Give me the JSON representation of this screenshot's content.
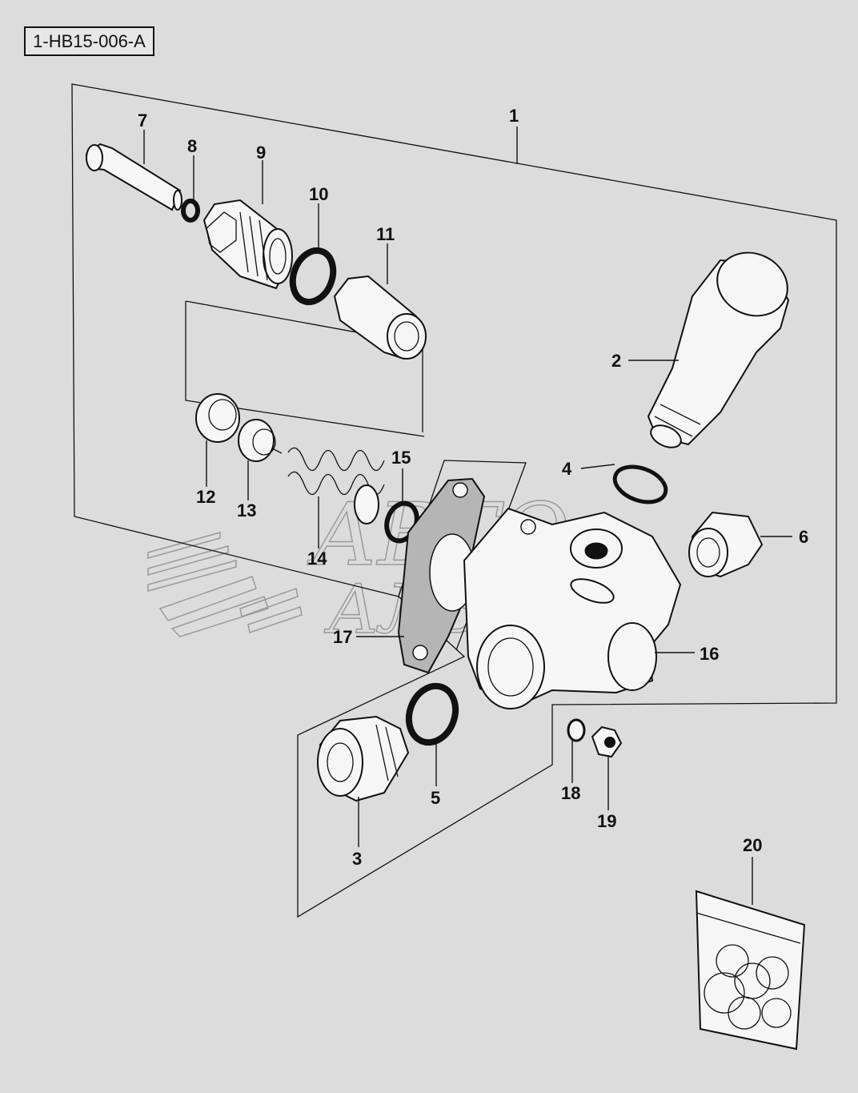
{
  "diagram": {
    "reference_code": "1-HB15-006-A",
    "watermark": {
      "line1": "АВТО",
      "line2": "АЛЬЯНС"
    },
    "callouts": {
      "p1": "1",
      "p2": "2",
      "p3": "3",
      "p4": "4",
      "p5": "5",
      "p6": "6",
      "p7": "7",
      "p8": "8",
      "p9": "9",
      "p10": "10",
      "p11": "11",
      "p12": "12",
      "p13": "13",
      "p14": "14",
      "p15": "15",
      "p16": "16",
      "p17": "17",
      "p18": "18",
      "p19": "19",
      "p20": "20"
    }
  }
}
